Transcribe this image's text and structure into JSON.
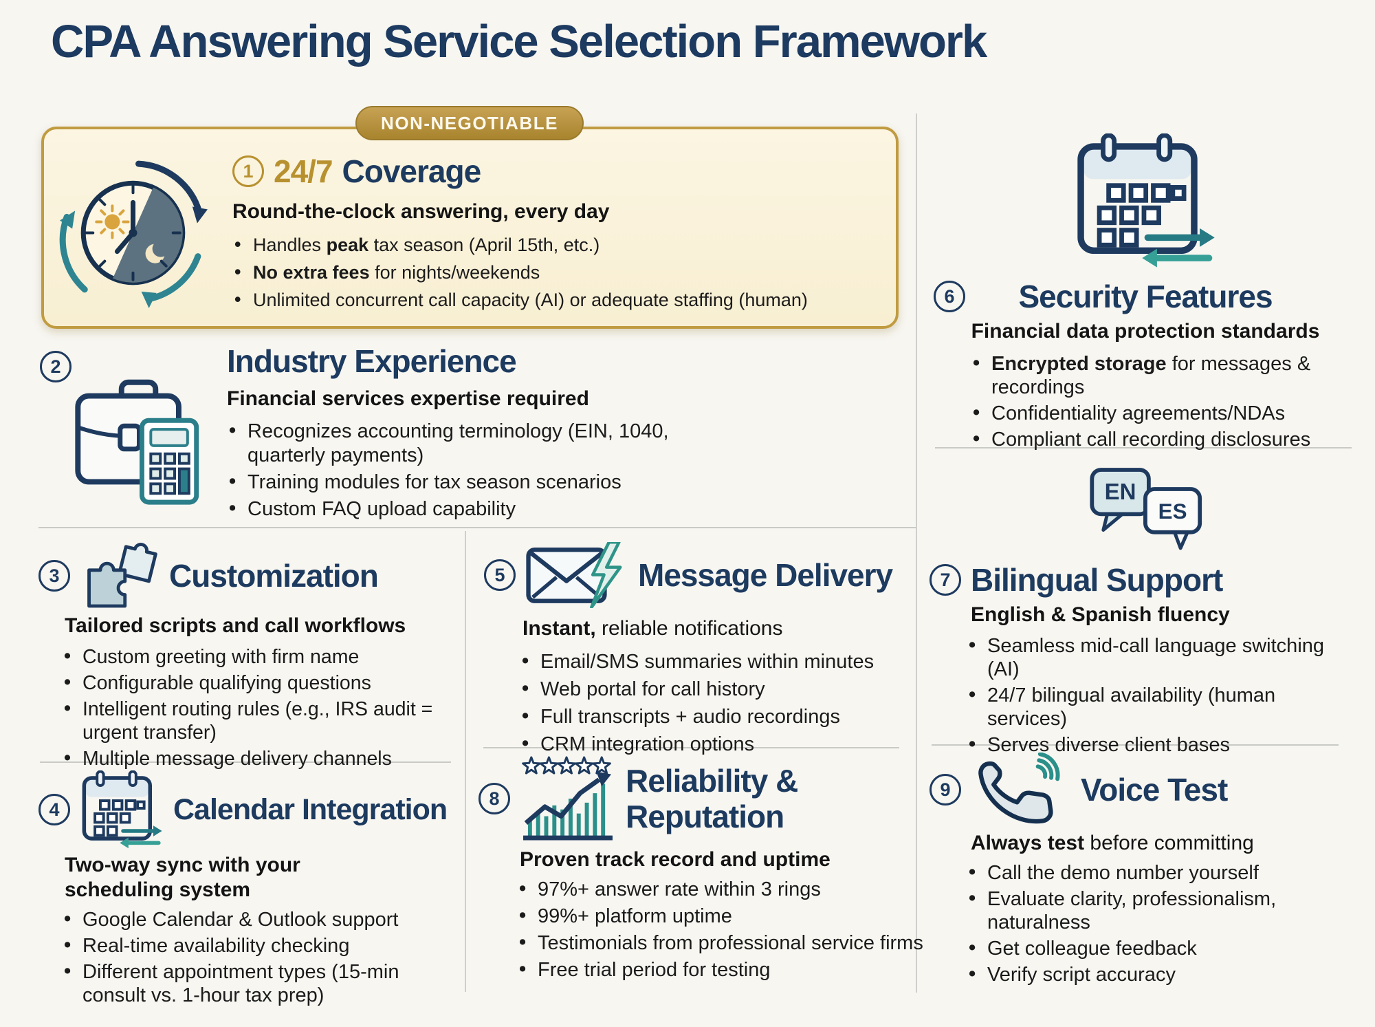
{
  "page": {
    "title": "CPA Answering Service Selection Framework",
    "background": "#f7f6f1"
  },
  "badge": {
    "label": "NON-NEGOTIABLE"
  },
  "palette": {
    "navy": "#1e3a5f",
    "gold": "#b8912f",
    "gold_border": "#c09b40",
    "teal": "#2b7f8a",
    "cream_box": "#faf3de",
    "divider": "#c9c9c6",
    "text": "#1b1b1b"
  },
  "bilingual_labels": [
    "EN",
    "ES"
  ],
  "sections": [
    {
      "key": "coverage",
      "number": "1",
      "accent": "24/7",
      "title": "Coverage",
      "icon": "day-night-clock-icon",
      "subtitle": [
        {
          "t": "Round-the-clock answering, every day",
          "b": 1
        }
      ],
      "bullets": [
        [
          {
            "t": "Handles ",
            "b": 0
          },
          {
            "t": "peak",
            "b": 1
          },
          {
            "t": " tax season (April 15th, etc.)",
            "b": 0
          }
        ],
        [
          {
            "t": "No extra fees",
            "b": 1
          },
          {
            "t": " for nights/weekends",
            "b": 0
          }
        ],
        [
          {
            "t": "Unlimited concurrent call capacity (AI) or adequate staffing (human)",
            "b": 0
          }
        ]
      ]
    },
    {
      "key": "industry-experience",
      "number": "2",
      "title": "Industry Experience",
      "icon": "briefcase-calculator-icon",
      "subtitle": [
        {
          "t": "Financial services expertise required",
          "b": 1
        }
      ],
      "bullets": [
        [
          {
            "t": "Recognizes accounting terminology (EIN, 1040, quarterly payments)",
            "b": 0
          }
        ],
        [
          {
            "t": "Training modules for tax season scenarios",
            "b": 0
          }
        ],
        [
          {
            "t": "Custom FAQ upload capability",
            "b": 0
          }
        ]
      ]
    },
    {
      "key": "customization",
      "number": "3",
      "title": "Customization",
      "icon": "puzzle-icon",
      "subtitle": [
        {
          "t": "Tailored scripts and call workflows",
          "b": 1
        }
      ],
      "bullets": [
        [
          {
            "t": "Custom greeting with firm name",
            "b": 0
          }
        ],
        [
          {
            "t": "Configurable qualifying questions",
            "b": 0
          }
        ],
        [
          {
            "t": "Intelligent routing rules (e.g., IRS audit = urgent transfer)",
            "b": 0
          }
        ],
        [
          {
            "t": "Multiple message delivery channels",
            "b": 0
          }
        ]
      ]
    },
    {
      "key": "calendar-integration",
      "number": "4",
      "title": "Calendar Integration",
      "icon": "calendar-sync-icon",
      "subtitle": [
        {
          "t": "Two-way sync with your scheduling system",
          "b": 1
        }
      ],
      "bullets": [
        [
          {
            "t": "Google Calendar & Outlook support",
            "b": 0
          }
        ],
        [
          {
            "t": "Real-time availability checking",
            "b": 0
          }
        ],
        [
          {
            "t": "Different appointment types (15-min consult vs. 1-hour tax prep)",
            "b": 0
          }
        ]
      ]
    },
    {
      "key": "message-delivery",
      "number": "5",
      "title": "Message Delivery",
      "icon": "envelope-lightning-icon",
      "subtitle": [
        {
          "t": "Instant,",
          "b": 1
        },
        {
          "t": " reliable notifications",
          "b": 0
        }
      ],
      "bullets": [
        [
          {
            "t": "Email/SMS summaries within minutes",
            "b": 0
          }
        ],
        [
          {
            "t": "Web portal for call history",
            "b": 0
          }
        ],
        [
          {
            "t": "Full transcripts + audio recordings",
            "b": 0
          }
        ],
        [
          {
            "t": "CRM integration options",
            "b": 0
          }
        ]
      ]
    },
    {
      "key": "security-features",
      "number": "6",
      "title": "Security Features",
      "icon": "calendar-sync-icon",
      "subtitle": [
        {
          "t": "Financial data protection standards",
          "b": 1
        }
      ],
      "bullets": [
        [
          {
            "t": "Encrypted storage",
            "b": 1
          },
          {
            "t": " for messages & recordings",
            "b": 0
          }
        ],
        [
          {
            "t": "Confidentiality agreements/NDAs",
            "b": 0
          }
        ],
        [
          {
            "t": "Compliant call recording disclosures",
            "b": 0
          }
        ]
      ]
    },
    {
      "key": "bilingual-support",
      "number": "7",
      "title": "Bilingual Support",
      "icon": "bilingual-speech-bubbles-icon",
      "subtitle": [
        {
          "t": "English & Spanish fluency",
          "b": 1
        }
      ],
      "bullets": [
        [
          {
            "t": "Seamless mid-call language switching (AI)",
            "b": 0
          }
        ],
        [
          {
            "t": "24/7 bilingual availability (human services)",
            "b": 0
          }
        ],
        [
          {
            "t": "Serves diverse client bases",
            "b": 0
          }
        ]
      ]
    },
    {
      "key": "reliability-reputation",
      "number": "8",
      "title": "Reliability & Reputation",
      "title_line1": "Reliability &",
      "title_line2": "Reputation",
      "icon": "stars-growth-chart-icon",
      "subtitle": [
        {
          "t": "Proven track record and uptime",
          "b": 1
        }
      ],
      "bullets": [
        [
          {
            "t": "97%+ answer rate within 3 rings",
            "b": 0
          }
        ],
        [
          {
            "t": "99%+ platform uptime",
            "b": 0
          }
        ],
        [
          {
            "t": "Testimonials from professional service firms",
            "b": 0
          }
        ],
        [
          {
            "t": "Free trial period for testing",
            "b": 0
          }
        ]
      ]
    },
    {
      "key": "voice-test",
      "number": "9",
      "title": "Voice Test",
      "icon": "phone-sound-waves-icon",
      "subtitle": [
        {
          "t": "Always test",
          "b": 1
        },
        {
          "t": " before committing",
          "b": 0
        }
      ],
      "bullets": [
        [
          {
            "t": "Call the demo number yourself",
            "b": 0
          }
        ],
        [
          {
            "t": "Evaluate clarity, professionalism, naturalness",
            "b": 0
          }
        ],
        [
          {
            "t": "Get colleague feedback",
            "b": 0
          }
        ],
        [
          {
            "t": "Verify script accuracy",
            "b": 0
          }
        ]
      ]
    }
  ]
}
